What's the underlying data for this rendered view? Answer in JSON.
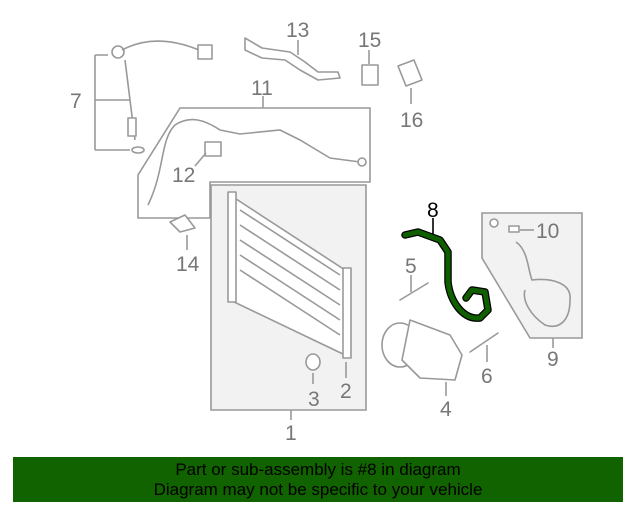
{
  "diagram": {
    "selected_part": "8",
    "highlight_color": "#116300",
    "callouts": {
      "c1": "1",
      "c2": "2",
      "c3": "3",
      "c4": "4",
      "c5": "5",
      "c6": "6",
      "c7": "7",
      "c8": "8",
      "c9": "9",
      "c10": "10",
      "c11": "11",
      "c12": "12",
      "c13": "13",
      "c14": "14",
      "c15": "15",
      "c16": "16"
    }
  },
  "banner": {
    "line1": "Part or sub-assembly is #8 in diagram",
    "line2": "Diagram may not be specific to your vehicle",
    "background": "#116300"
  }
}
